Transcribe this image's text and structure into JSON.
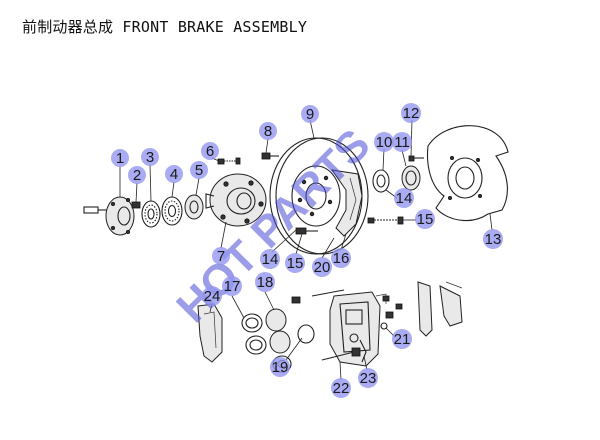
{
  "title": "前制动器总成 FRONT BRAKE ASSEMBLY",
  "watermark": "HOT PARTS",
  "colors": {
    "callout_balloon": "#9597f0",
    "watermark": "#4a4ed8",
    "line": "#222222"
  },
  "callouts": [
    "1",
    "2",
    "3",
    "4",
    "5",
    "6",
    "7",
    "8",
    "9",
    "10",
    "11",
    "12",
    "13",
    "14",
    "14",
    "15",
    "15",
    "16",
    "17",
    "18",
    "19",
    "20",
    "21",
    "22",
    "23",
    "24"
  ]
}
